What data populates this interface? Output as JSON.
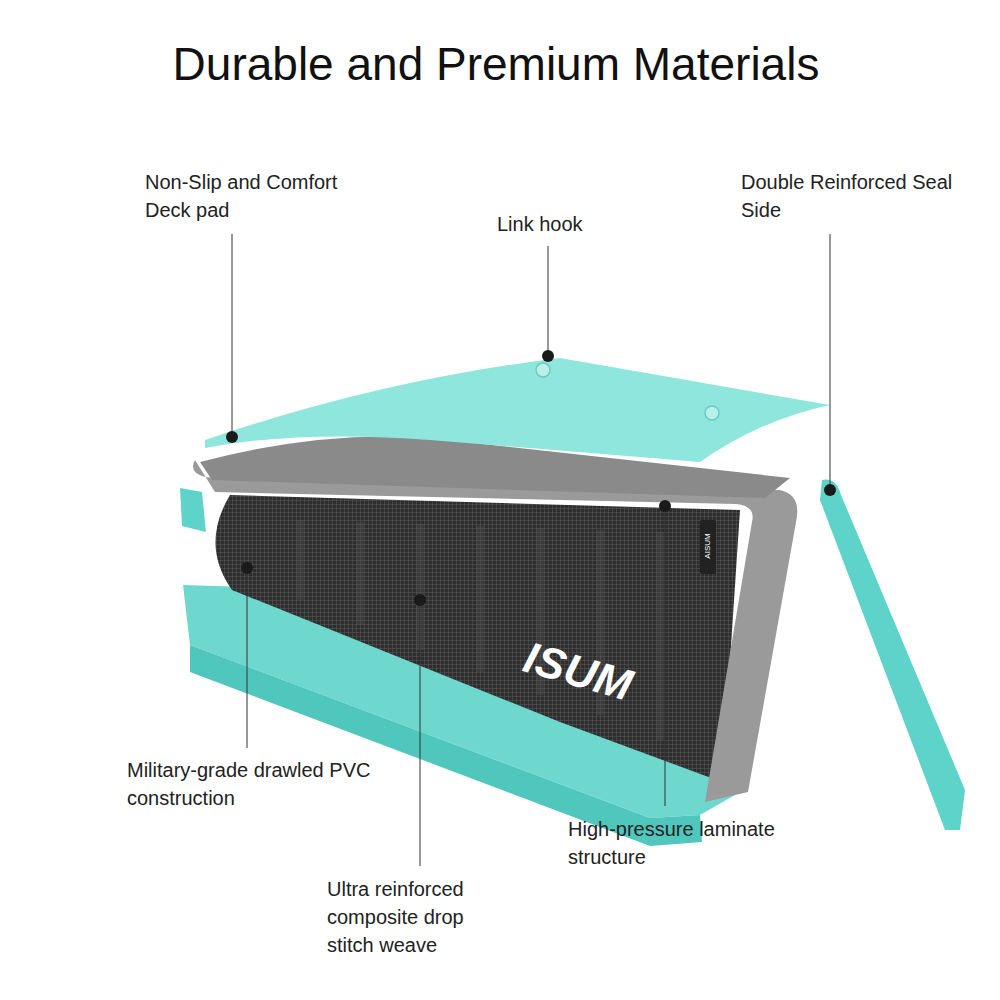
{
  "diagram": {
    "title": "Durable and Premium Materials",
    "labels": [
      "Non-Slip and Comfort Deck pad",
      "Link hook",
      "Double Reinforced Seal Side",
      "Military-grade drawled PVC construction",
      "High-pressure laminate structure",
      "Ultra reinforced composite drop stitch weave",
      "ISUM",
      "AISUM"
    ]
  }
}
